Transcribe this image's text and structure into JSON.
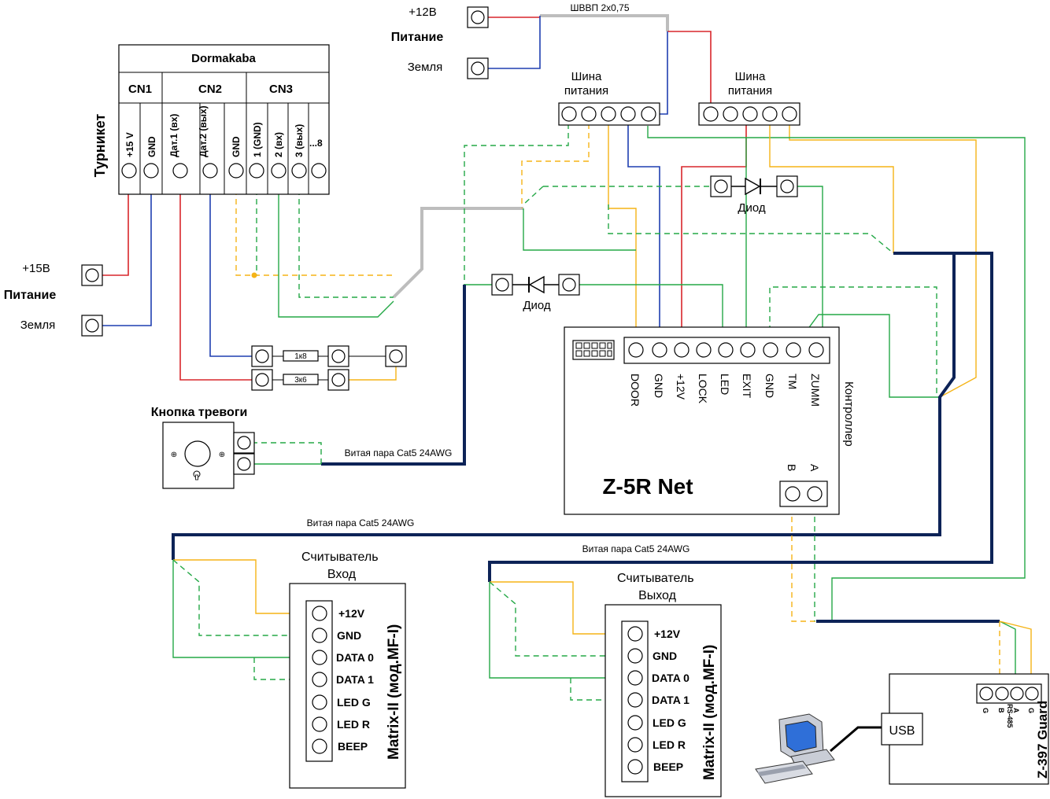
{
  "turnstile": {
    "label": "Турникет",
    "brand": "Dormakaba",
    "headers": [
      "CN1",
      "CN2",
      "CN3"
    ],
    "pins": [
      "+15 V",
      "GND",
      "Дат.1 (вх)",
      "Дат.2 (вых)",
      "GND",
      "1 (GND)",
      "2 (вх)",
      "3 (вых)",
      "...8"
    ]
  },
  "power12": {
    "voltage": "+12В",
    "title": "Питание",
    "ground": "Земля"
  },
  "power15": {
    "voltage": "+15В",
    "title": "Питание",
    "ground": "Земля"
  },
  "cable_label": "ШВВП 2х0,75",
  "bus_label": "Шина питания",
  "diode_label": "Диод",
  "resistors": [
    "1к8",
    "3к6"
  ],
  "alarm_button": "Кнопка тревоги",
  "twisted_pair": "Витая пара Cat5 24AWG",
  "controller": {
    "model": "Z-5R Net",
    "label": "Контроллер",
    "pins": [
      "DOOR",
      "GND",
      "+12V",
      "LOCK",
      "LED",
      "EXIT",
      "GND",
      "TM",
      "ZUMM"
    ],
    "rs485": [
      "B",
      "A"
    ]
  },
  "reader_in": {
    "title": "Считыватель Вход",
    "model": "Matrix-II (мод.MF-I)",
    "pins": [
      "+12V",
      "GND",
      "DATA 0",
      "DATA 1",
      "LED G",
      "LED R",
      "BEEP"
    ]
  },
  "reader_out": {
    "title": "Считыватель Выход",
    "model": "Matrix-II (мод.MF-I)",
    "pins": [
      "+12V",
      "GND",
      "DATA 0",
      "DATA 1",
      "LED G",
      "LED R",
      "BEEP"
    ]
  },
  "guard": {
    "model": "Z-397 Guard",
    "usb": "USB",
    "pins": [
      "G",
      "B",
      "A",
      "G"
    ],
    "rs485_label": "RS-485"
  },
  "colors": {
    "red": "#d9262b",
    "blue": "#1f3fb0",
    "green": "#25a847",
    "yellow": "#f5b417",
    "gray": "#bdbdbd",
    "navy": "#0d2357"
  }
}
